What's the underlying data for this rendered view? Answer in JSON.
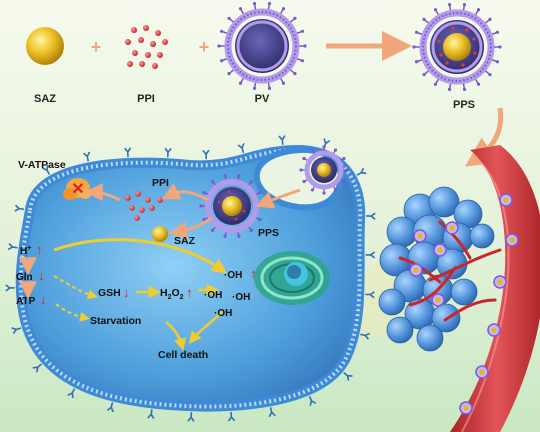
{
  "top_row": {
    "saz": "SAZ",
    "ppi": "PPI",
    "pv": "PV",
    "pps": "PPS",
    "plus": "+"
  },
  "cell": {
    "v_atpase": "V-ATPase",
    "ppi": "PPI",
    "saz": "SAZ",
    "pps": "PPS",
    "h_plus": "H",
    "h_sup": "+",
    "gln": "Gln",
    "atp": "ATP",
    "gsh": "GSH",
    "h2o2_h": "H",
    "h2o2_2a": "2",
    "h2o2_o": "O",
    "h2o2_2b": "2",
    "oh": "·OH",
    "starvation": "Starvation",
    "cell_death": "Cell death",
    "down_arrow": "↓",
    "up_arrow": "↑",
    "block_mark": "✕"
  },
  "colors": {
    "background_top": "#f3f8ea",
    "background_bottom": "#cbe9c4",
    "cytoplasm": "#5aa8e0",
    "membrane_head": "#3b82c9",
    "vesicle_head": "#8c6bd6",
    "gold": "#e8b51c",
    "ppi_red": "#e53a3a",
    "regulation_red": "#e21d1d",
    "flow_arrow": "#f3b58c",
    "yellow_arrow": "#f2d23c",
    "vessel": "#c8383a",
    "tumor": "#4f8fd6"
  }
}
